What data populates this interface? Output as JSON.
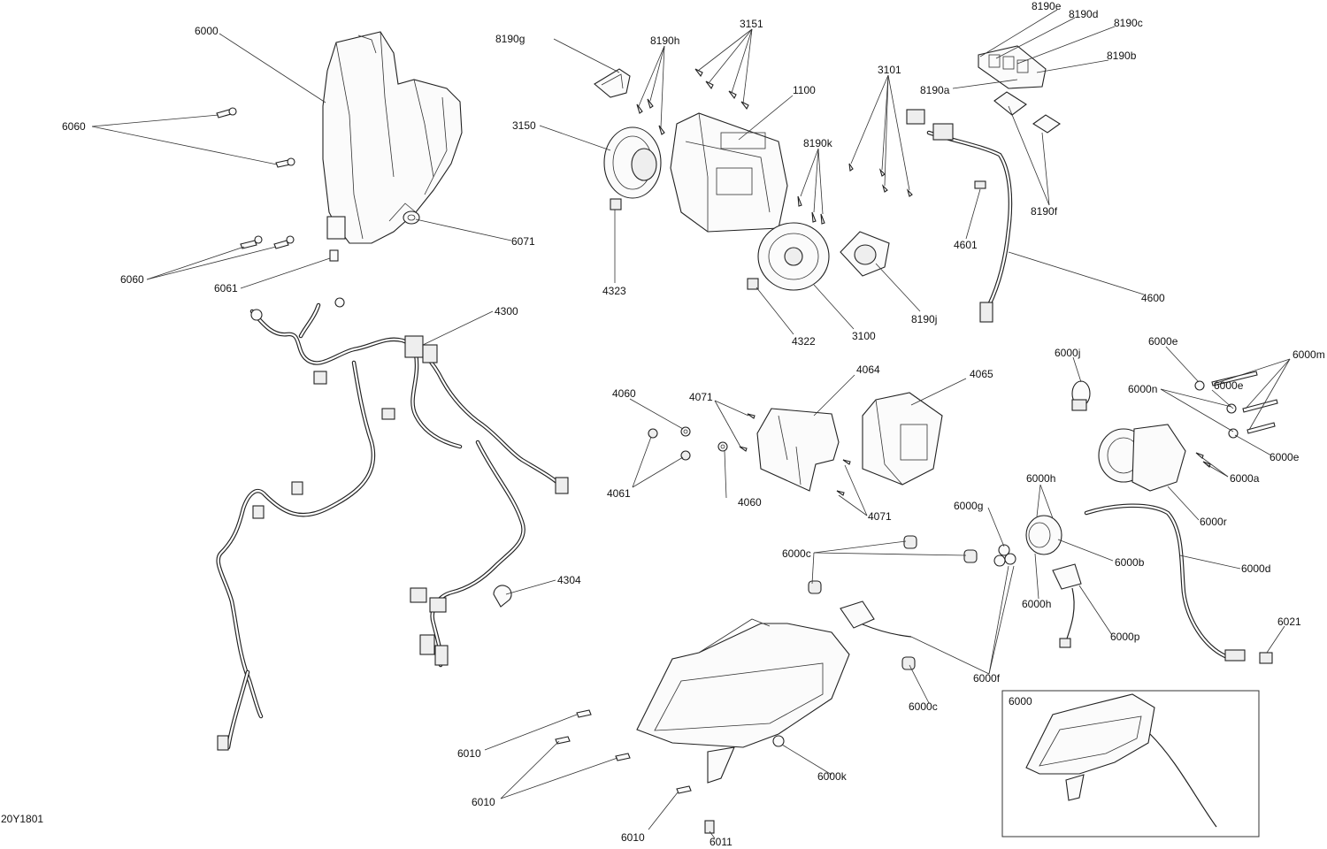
{
  "figure_code": "20Y1801",
  "callouts": {
    "p6000": "6000",
    "p6060": "6060",
    "p6071": "6071",
    "p6061": "6061",
    "p4300": "4300",
    "p4304": "4304",
    "p8190g": "8190g",
    "p8190h": "8190h",
    "p3151": "3151",
    "p1100": "1100",
    "p3150": "3150",
    "p4323": "4323",
    "p8190k": "8190k",
    "p3101": "3101",
    "p4322": "4322",
    "p3100": "3100",
    "p8190j": "8190j",
    "p8190e": "8190e",
    "p8190d": "8190d",
    "p8190c": "8190c",
    "p8190b": "8190b",
    "p8190a": "8190a",
    "p8190f": "8190f",
    "p4601": "4601",
    "p4600": "4600",
    "p4060": "4060",
    "p4071": "4071",
    "p4064": "4064",
    "p4065": "4065",
    "p4061": "4061",
    "p6000j": "6000j",
    "p6000e": "6000e",
    "p6000m": "6000m",
    "p6000n": "6000n",
    "p6000a": "6000a",
    "p6000r": "6000r",
    "p6000h": "6000h",
    "p6000g": "6000g",
    "p6000b": "6000b",
    "p6000c": "6000c",
    "p6000d": "6000d",
    "p6000p": "6000p",
    "p6000f": "6000f",
    "p6021": "6021",
    "p6010": "6010",
    "p6011": "6011",
    "p6000k": "6000k"
  }
}
